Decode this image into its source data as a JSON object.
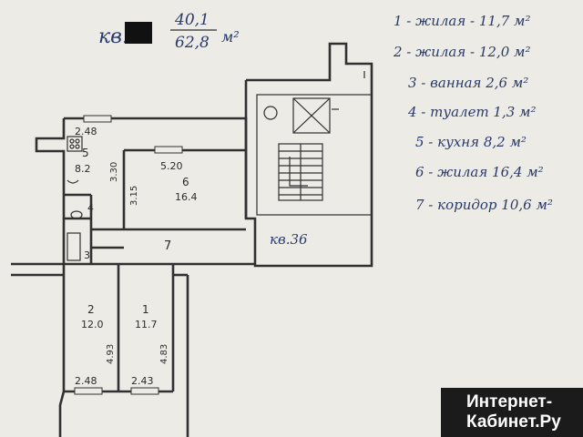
{
  "header": {
    "apt_prefix": "кв.",
    "area_living": "40,1",
    "area_total": "62,8",
    "area_unit": "м²"
  },
  "legend": [
    {
      "text": "1 - жилая - 11,7 м²"
    },
    {
      "text": "2 - жилая - 12,0 м²"
    },
    {
      "text": "3 - ванная 2,6 м²"
    },
    {
      "text": "4 - туалет 1,3 м²"
    },
    {
      "text": "5 - кухня 8,2 м²"
    },
    {
      "text": "6 - жилая 16,4 м²"
    },
    {
      "text": "7 - коридор 10,6 м²"
    }
  ],
  "rooms": {
    "r1": {
      "num": "1",
      "area": "11.7",
      "dim_v": "4.83",
      "dim_h": "2.43"
    },
    "r2": {
      "num": "2",
      "area": "12.0",
      "dim_v": "4.93",
      "dim_h": "2.48"
    },
    "r3": {
      "num": "3"
    },
    "r4": {
      "num": "4"
    },
    "r5": {
      "num": "5",
      "area": "8.2",
      "dim_top": "2.48",
      "dim_side": "3.30"
    },
    "r6": {
      "num": "6",
      "area": "16.4",
      "dim_top": "5.20",
      "dim_side": "3.15"
    },
    "r7": {
      "num": "7"
    }
  },
  "neighbor_label": "кв.36",
  "watermark": {
    "line1": "Интернет-",
    "line2": "Кабинет.Ру"
  },
  "colors": {
    "ink": "#2a3a6a",
    "walls": "#303030",
    "paper": "#ecebe6"
  }
}
